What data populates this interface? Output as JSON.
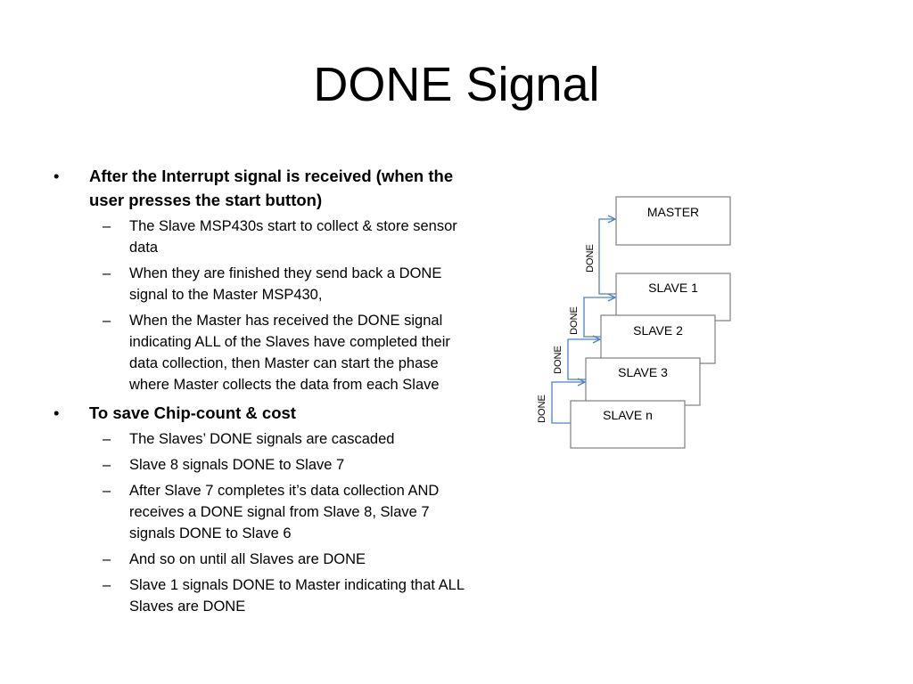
{
  "slide": {
    "title": "DONE Signal"
  },
  "bullets": [
    {
      "text": "After the Interrupt signal is received (when the user presses the start button)",
      "subitems": [
        "The Slave MSP430s start to collect & store sensor data",
        "When they are finished they send back a DONE signal to the Master MSP430,",
        "When the Master has received the DONE signal indicating ALL of the Slaves have completed their data collection, then Master can start the phase where Master collects the data from each Slave"
      ]
    },
    {
      "text": "To save Chip-count & cost",
      "subitems": [
        "The Slaves’ DONE signals are cascaded",
        "Slave 8 signals DONE to Slave 7",
        "After Slave 7 completes it’s data collection AND receives a DONE signal from Slave 8, Slave 7 signals DONE to Slave 6",
        "And so on until all Slaves are DONE",
        "Slave 1 signals DONE to Master indicating that ALL Slaves are DONE"
      ]
    }
  ],
  "diagram": {
    "boxes": [
      "MASTER",
      "SLAVE 1",
      "SLAVE 2",
      "SLAVE 3",
      "SLAVE n"
    ],
    "signal_label": "DONE",
    "arrow_color": "#4f81bd",
    "box_border_color": "#7f7f7f"
  }
}
